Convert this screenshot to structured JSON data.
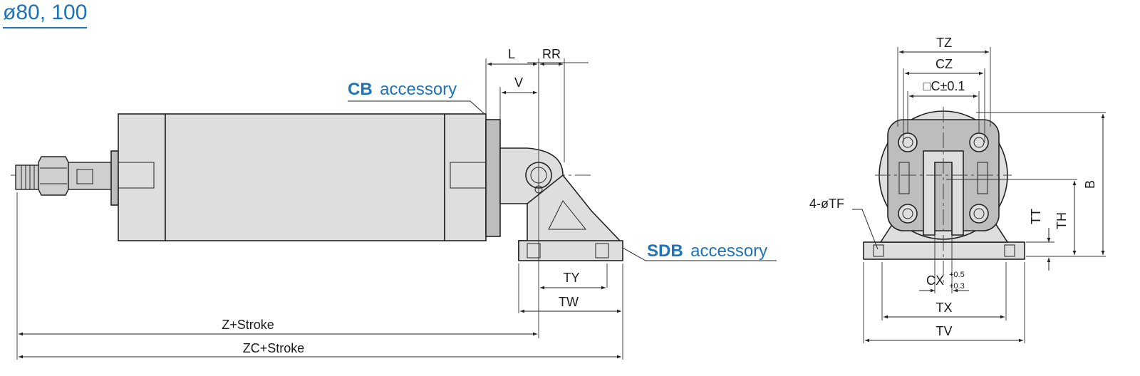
{
  "heading": "ø80, 100",
  "accessories": {
    "cb": {
      "code": "CB",
      "word": "accessory"
    },
    "sdb": {
      "code": "SDB",
      "word": "accessory"
    }
  },
  "side_view_dims": {
    "L": "L",
    "RR": "RR",
    "V": "V",
    "TY": "TY",
    "TW": "TW",
    "Z_stroke": "Z+Stroke",
    "ZC_stroke": "ZC+Stroke"
  },
  "front_view_dims": {
    "TZ": "TZ",
    "CZ": "CZ",
    "C_tol": "□C±0.1",
    "B": "B",
    "TH": "TH",
    "TT": "TT",
    "TF": "4-øTF",
    "CX": "CX",
    "CX_upper": "+0.5",
    "CX_lower": "+0.3",
    "TX": "TX",
    "TV": "TV"
  },
  "colors": {
    "accent": "#1f73b7",
    "body": "#dedede",
    "dark": "#bdbdbd"
  }
}
